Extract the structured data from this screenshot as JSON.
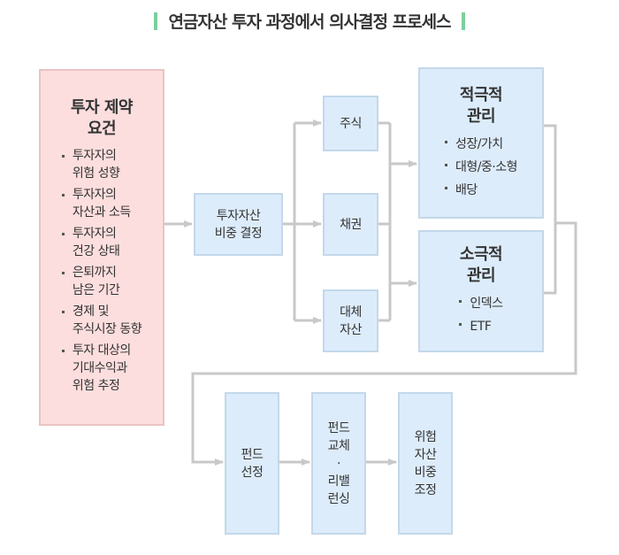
{
  "title": "연금자산 투자 과정에서 의사결정 프로세스",
  "constraints": {
    "title_l1": "투자 제약",
    "title_l2": "요건",
    "items": [
      [
        "투자자의",
        "위험 성향"
      ],
      [
        "투자자의",
        "자산과 소득"
      ],
      [
        "투자자의",
        "건강 상태"
      ],
      [
        "은퇴까지",
        "남은 기간"
      ],
      [
        "경제 및",
        "주식시장 동향"
      ],
      [
        "투자 대상의",
        "기대수익과",
        "위험 추정"
      ]
    ]
  },
  "allocation": {
    "l1": "투자자산",
    "l2": "비중 결정"
  },
  "assets": {
    "stock": "주식",
    "bond": "채권",
    "alt_l1": "대체",
    "alt_l2": "자산"
  },
  "active": {
    "l1": "적극적",
    "l2": "관리",
    "items": [
      "성장/가치",
      "대형/중·소형",
      "배당"
    ]
  },
  "passive": {
    "l1": "소극적",
    "l2": "관리",
    "items": [
      "인덱스",
      "ETF"
    ]
  },
  "bottom": {
    "fund": [
      "펀드",
      "선정"
    ],
    "rebalance": [
      "펀드",
      "교체",
      "·",
      "리밸",
      "런싱"
    ],
    "risk": [
      "위험",
      "자산",
      "비중",
      "조정"
    ]
  },
  "colors": {
    "accent": "#7ccf9c",
    "box_blue": "#ddecfb",
    "box_pink": "#fddede",
    "line": "#c8c8c8"
  }
}
